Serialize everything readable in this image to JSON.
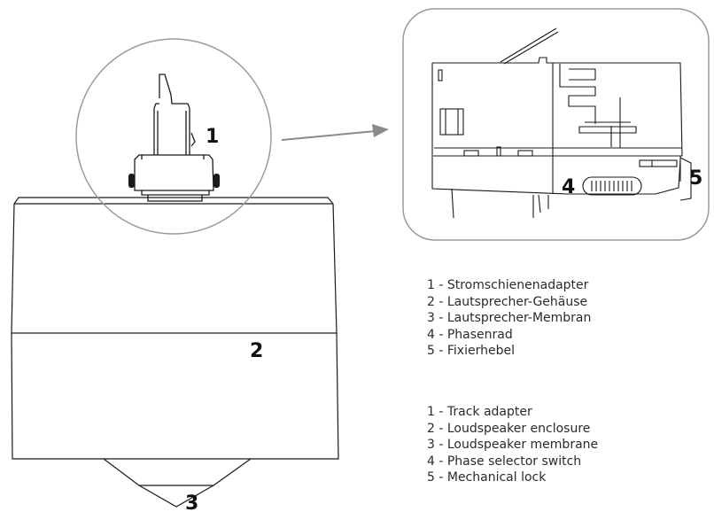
{
  "callouts": [
    "1",
    "2",
    "3",
    "4",
    "5"
  ],
  "legend_de": [
    "1 - Stromschienenadapter",
    "2 - Lautsprecher-Gehäuse",
    "3 - Lautsprecher-Membran",
    "4 - Phasenrad",
    "5 - Fixierhebel"
  ],
  "legend_en": [
    "1 - Track adapter",
    "2 - Loudspeaker enclosure",
    "3 - Loudspeaker membrane",
    "4 - Phase selector switch",
    "5 - Mechanical lock"
  ],
  "colors": {
    "stroke": "#1a1a1a",
    "circle": "#9a9a9a",
    "arrow": "#8a8a8a",
    "text": "#2a2a2a"
  }
}
